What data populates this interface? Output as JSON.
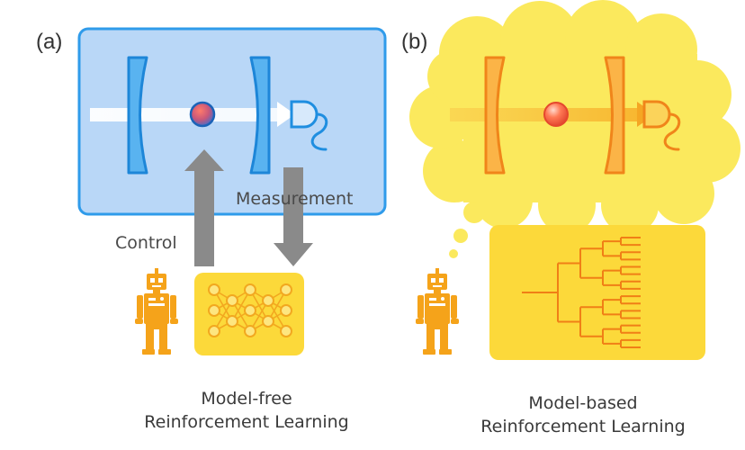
{
  "panels": {
    "a": {
      "label": "(a)",
      "control_label": "Control",
      "measurement_label": "Measurement",
      "caption_line1": "Model-free",
      "caption_line2": "Reinforcement Learning"
    },
    "b": {
      "label": "(b)",
      "caption_line1": "Model-based",
      "caption_line2": "Reinforcement Learning"
    }
  },
  "icons": [
    "cavity-mirror-icon",
    "atom-icon",
    "detector-icon",
    "robot-icon",
    "neural-network-icon",
    "decision-tree-icon",
    "thought-cloud-icon"
  ],
  "colors": {
    "panel_a_bg": "#b9d7f7",
    "panel_a_border": "#2f9bea",
    "mirror_blue": "#2c9be8",
    "cloud_yellow": "#fbe95d",
    "mirror_orange": "#f7a21b",
    "robot_orange": "#f5a31a",
    "nn_box": "#fcd93a",
    "arrow_grey": "#8a8a8a"
  }
}
